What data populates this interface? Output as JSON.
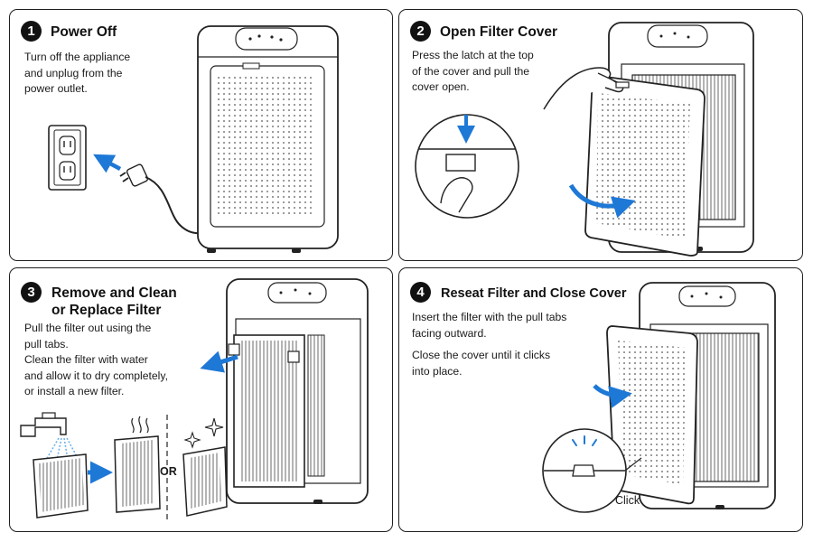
{
  "steps": [
    {
      "number": "1",
      "title": "Power Off",
      "lines": [
        "Turn off the appliance",
        "and unplug from the",
        "power outlet."
      ]
    },
    {
      "number": "2",
      "title": "Open Filter Cover",
      "lines": [
        "Press the latch at the top",
        "of the cover and pull the",
        "cover open."
      ]
    },
    {
      "number": "3",
      "title_lines": [
        "Remove and Clean",
        "or Replace Filter"
      ],
      "lines": [
        "Pull the filter out using the",
        "pull tabs.",
        "Clean the filter with water",
        "and allow it to dry completely,",
        "or install a new filter."
      ],
      "or_label": "OR"
    },
    {
      "number": "4",
      "title": "Reseat Filter and Close Cover",
      "paragraphs": [
        [
          "Insert the filter with the pull tabs",
          "facing outward."
        ],
        [
          "Close the cover until it clicks",
          "into place."
        ]
      ],
      "click_label": "Click"
    }
  ],
  "colors": {
    "accent_arrow": "#1e78d6",
    "line": "#1f1f1f",
    "water": "#6fb2ea"
  },
  "icons": [
    "wall-outlet-icon",
    "plug-icon",
    "air-purifier-icon",
    "hand-icon",
    "latch-icon",
    "faucet-icon",
    "filter-icon",
    "sparkle-icon",
    "steam-icon",
    "arrow-icon"
  ]
}
